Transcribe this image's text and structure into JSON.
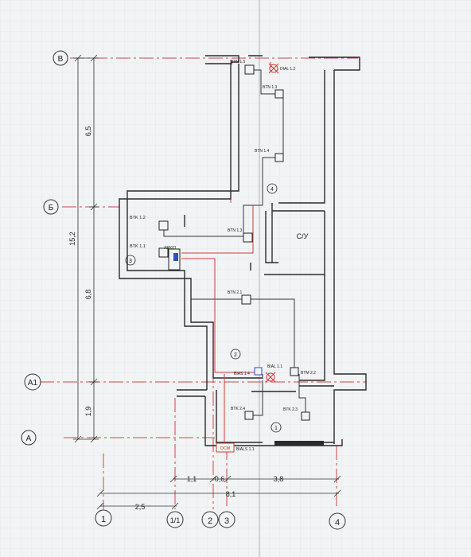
{
  "axes": {
    "rows": [
      {
        "id": "row-B",
        "label": "В"
      },
      {
        "id": "row-Б",
        "label": "Б"
      },
      {
        "id": "row-A1",
        "label": "А1"
      },
      {
        "id": "row-A",
        "label": "А"
      }
    ],
    "cols": [
      {
        "id": "col-1",
        "label": "1"
      },
      {
        "id": "col-1-1",
        "label": "1/1"
      },
      {
        "id": "col-2",
        "label": "2"
      },
      {
        "id": "col-3",
        "label": "3"
      },
      {
        "id": "col-4",
        "label": "4"
      }
    ]
  },
  "dimensions": {
    "total_height": "15,2",
    "seg_upper": "6,5",
    "seg_mid": "6,8",
    "seg_low": "1,9",
    "d1": "2,5",
    "d2": "1,1",
    "d3": "0,6",
    "d4": "3,8",
    "total_width": "8,1"
  },
  "rooms": {
    "r1": "1",
    "r2": "2",
    "r3": "3",
    "r4": "4",
    "wc": "С/У"
  },
  "devices": {
    "btn13": "BTN 1.5",
    "dial12": "DIAL 1.2",
    "btn13b": "BTN 1.3",
    "btn14": "BTN 1.4",
    "btk12": "BTK 1.2",
    "btk11": "BTK 1.1",
    "ark01": "ARK01",
    "btn15": "BTN 1.3",
    "btn21": "BTN 2.1",
    "bial11": "BIAL 1.1",
    "bias14": "BIAS 1.4",
    "btn22": "BTM 2.2",
    "btk24": "BTK 2.4",
    "btk23": "BTK 2.3",
    "ocm": "ОСМ",
    "bials11": "BIALS 1.1"
  },
  "colors": {
    "wall": "#2b2b2b",
    "axis": "#c94a4a",
    "cable_red": "#d23a3a",
    "device_blue": "#2d4fc4",
    "paper": "#f4f5f6"
  }
}
